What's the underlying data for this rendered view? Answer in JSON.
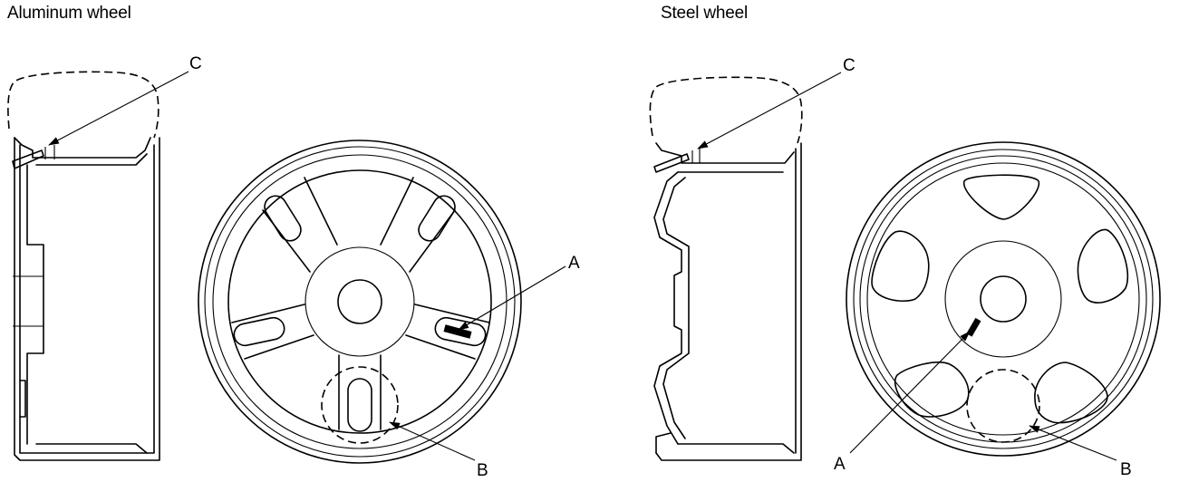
{
  "diagram": {
    "aluminum": {
      "title": "Aluminum wheel",
      "label_a": "A",
      "label_b": "B",
      "label_c": "C"
    },
    "steel": {
      "title": "Steel wheel",
      "label_a": "A",
      "label_b": "B",
      "label_c": "C"
    }
  }
}
